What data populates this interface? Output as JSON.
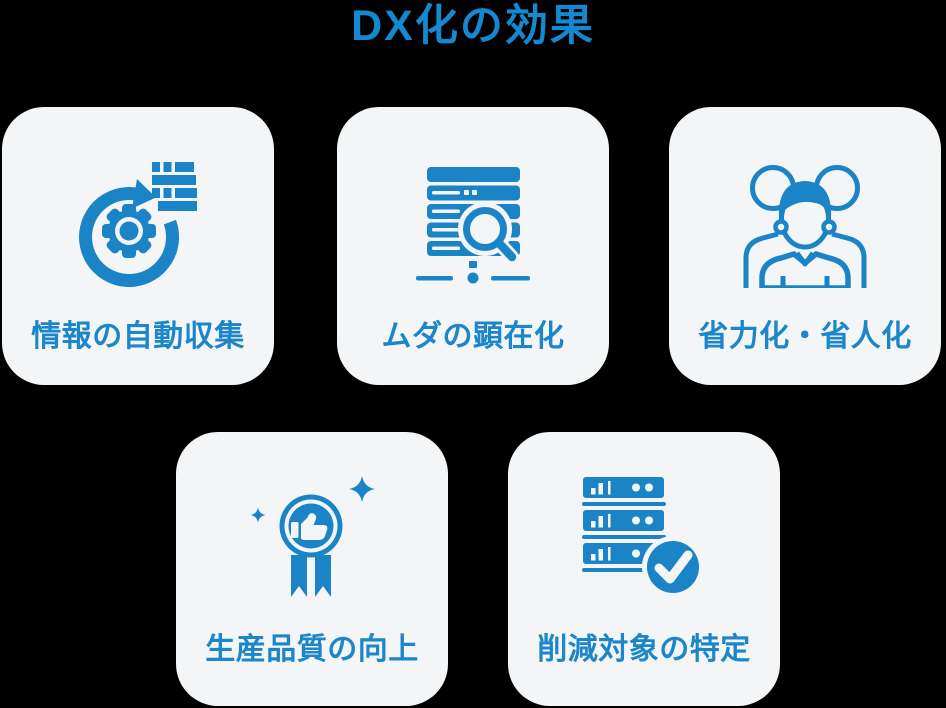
{
  "page": {
    "title": "DX化の効果"
  },
  "colors": {
    "bg": "#000000",
    "cardbg": "#f4f5f6",
    "blue": "#1b84c6",
    "title": "#1389d1",
    "caption": "#1b86c9"
  },
  "cards": [
    {
      "label": "情報の自動収集",
      "icon": "gear-sync-icon"
    },
    {
      "label": "ムダの顕在化",
      "icon": "server-search-icon"
    },
    {
      "label": "省力化・省人化",
      "icon": "people-group-icon"
    },
    {
      "label": "生産品質の向上",
      "icon": "award-thumbs-up-icon"
    },
    {
      "label": "削減対象の特定",
      "icon": "server-check-icon"
    }
  ]
}
